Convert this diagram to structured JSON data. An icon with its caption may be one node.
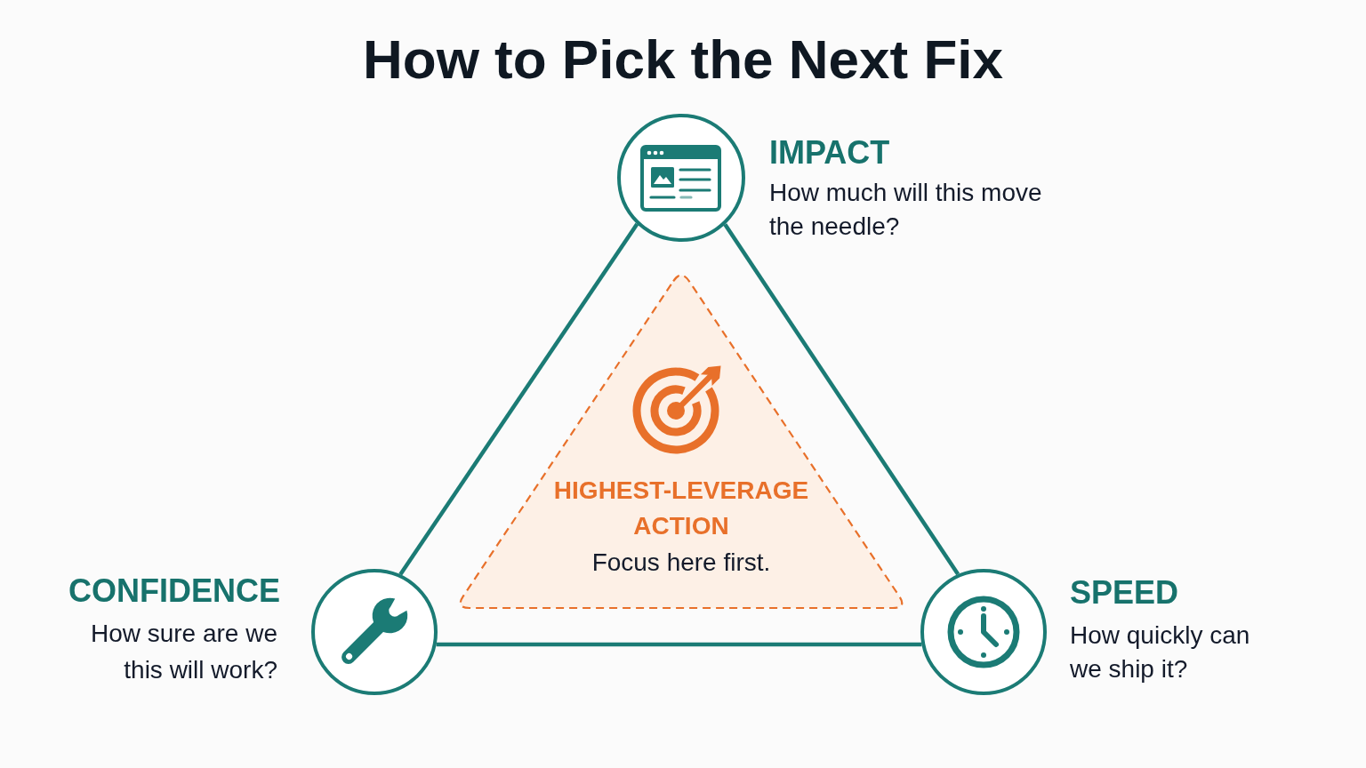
{
  "diagram": {
    "title": "How to Pick the Next Fix",
    "nodes": [
      {
        "text": [
          "IMPACT",
          "How much will this move the needle?"
        ]
      },
      {
        "text": [
          "HIGHEST-LEVERAGE ACTION",
          "Focus here first."
        ]
      },
      {
        "text": [
          "CONFIDENCE",
          "How sure are we this will work?"
        ]
      },
      {
        "text": [
          "SPEED",
          "How quickly can we ship it?"
        ]
      }
    ],
    "edges": [
      {
        "from": 0,
        "to": 2,
        "arrow": "none"
      },
      {
        "from": 0,
        "to": 3,
        "arrow": "none"
      },
      {
        "from": 2,
        "to": 3,
        "arrow": "none"
      }
    ]
  }
}
